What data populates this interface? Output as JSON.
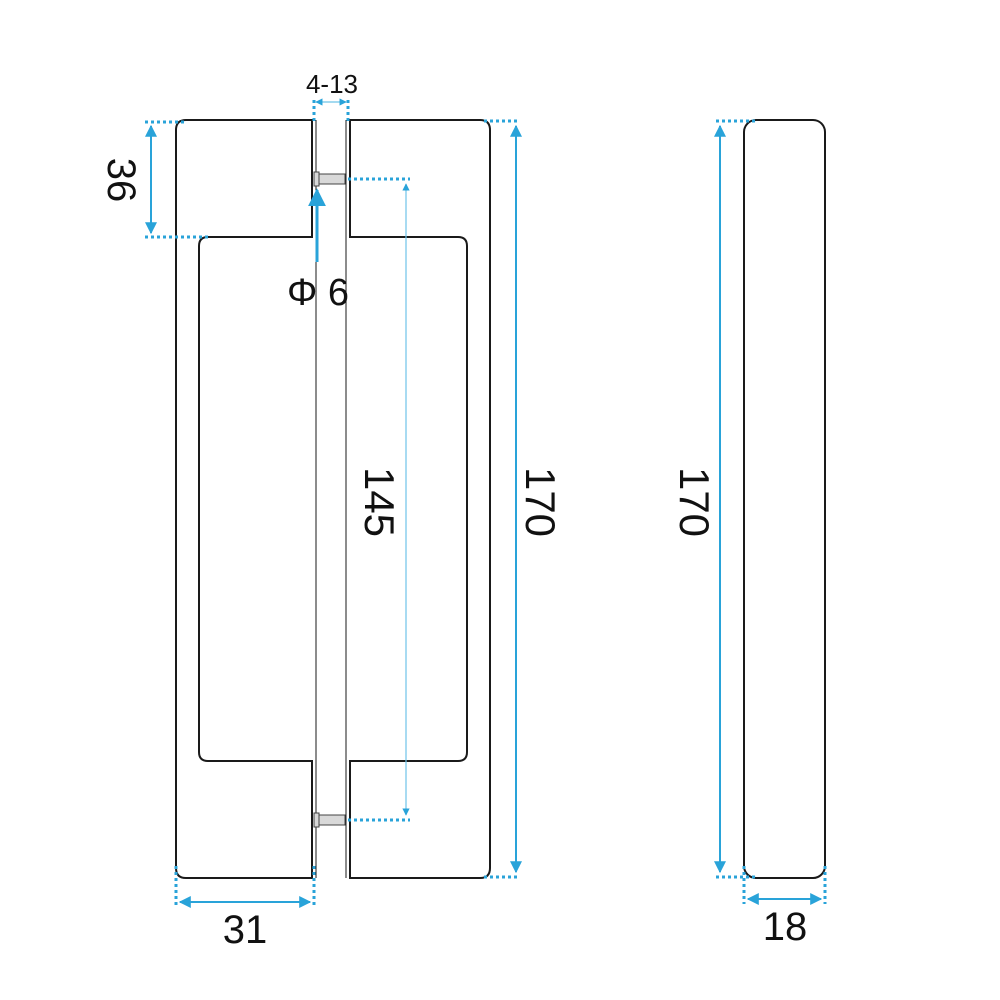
{
  "colors": {
    "outline": "#1a1a1a",
    "dimension": "#29a3d9"
  },
  "dimensions": {
    "gap": "4-13",
    "post_height": "36",
    "screw_diameter": "Φ 6",
    "center_to_center": "145",
    "total_length_front": "170",
    "total_length_side": "170",
    "post_width": "31",
    "depth": "18"
  }
}
